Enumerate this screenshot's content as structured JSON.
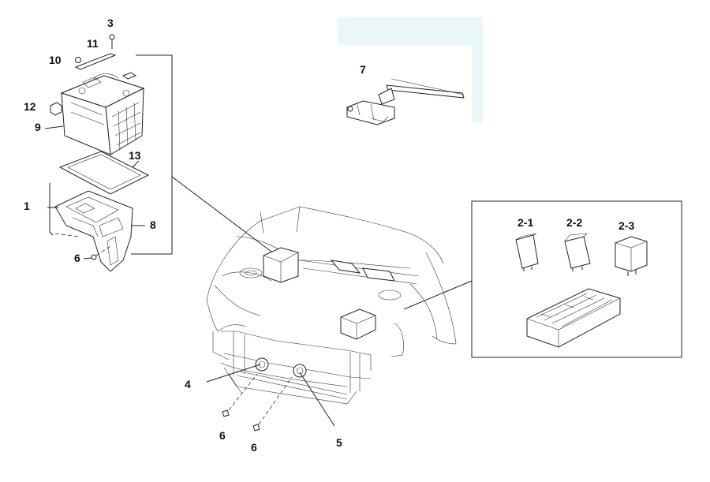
{
  "callouts": {
    "c1": "1",
    "c3": "3",
    "c4": "4",
    "c5": "5",
    "c6a": "6",
    "c6b": "6",
    "c6c": "6",
    "c7": "7",
    "c8": "8",
    "c9": "9",
    "c10": "10",
    "c11": "11",
    "c12": "12",
    "c13": "13",
    "c2_1": "2-1",
    "c2_2": "2-2",
    "c2_3": "2-3"
  },
  "colors": {
    "line": "#222222",
    "highlight": "#e8f6fa"
  }
}
